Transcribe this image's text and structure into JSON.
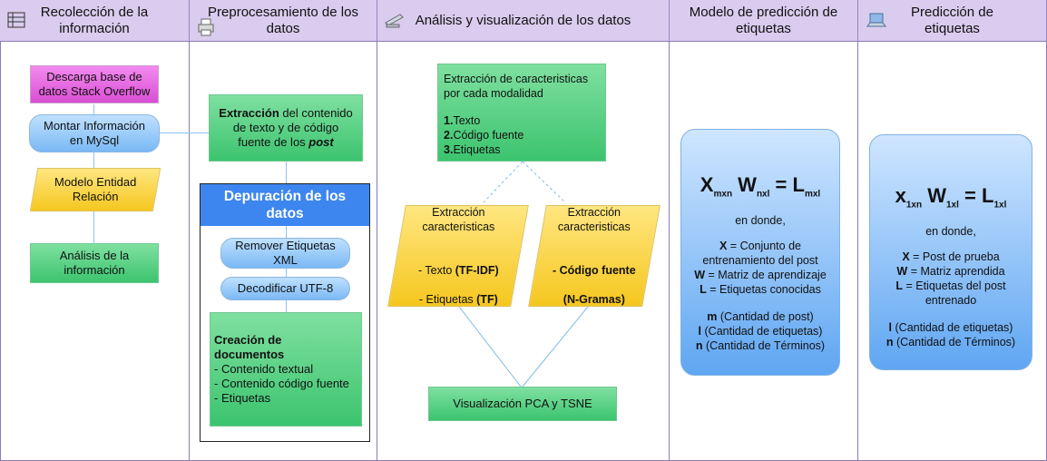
{
  "headers": [
    {
      "title": "Recolección de la\ninformación",
      "icon": "swimlane-icon"
    },
    {
      "title": "Preprocesamiento de los\ndatos",
      "icon": "printer-icon"
    },
    {
      "title": "Análisis y visualización de los datos",
      "icon": "scanner-icon"
    },
    {
      "title": "Modelo de predicción de\netiquetas",
      "icon": ""
    },
    {
      "title": "Predicción de\netiquetas",
      "icon": "laptop-icon"
    }
  ],
  "lane1": {
    "download": "Descarga base de\ndatos Stack Overflow",
    "mysql": "Montar Información\nen MySql",
    "entity": "Modelo Entidad\nRelación",
    "analysis": "Análisis de la\ninformación"
  },
  "lane2": {
    "extraction_bold": "Extracción",
    "extraction_rest": " del contenido de texto y de código fuente de los ",
    "extraction_post": "post",
    "cleanup_title": "Depuración de los\ndatos",
    "remove_tags": "Remover Etiquetas\nXML",
    "decode": "Decodificar UTF-8",
    "docs_title": "Creación de\ndocumentos",
    "docs_items": [
      "- Contenido textual",
      "- Contenido código fuente",
      "- Etiquetas"
    ]
  },
  "lane3": {
    "feat_title": "Extracción de caracteristicas\npor cada modalidad",
    "feat_items": [
      {
        "num": "1.",
        "label": "Texto"
      },
      {
        "num": "2.",
        "label": "Código fuente"
      },
      {
        "num": "3.",
        "label": "Etiquetas"
      }
    ],
    "left_title": "Extracción\ncaracteristicas",
    "left_line1_pre": "- Texto ",
    "left_line1_bold": "(TF-IDF)",
    "left_line2_pre": "- Etiquetas ",
    "left_line2_bold": "(TF)",
    "right_title": "Extracción\ncaracteristicas",
    "right_line1": "- Código fuente",
    "right_line2": "(N-Gramas)",
    "viz": "Visualización PCA y TSNE"
  },
  "lane4": {
    "formula": {
      "a": "X",
      "a_sub": "mxn",
      "b": "W",
      "b_sub": "nxl",
      "eq": "=",
      "c": "L",
      "c_sub": "mxl"
    },
    "where": "en donde,",
    "defs": [
      {
        "sym": "X",
        "text": " = Conjunto de\nentrenamiento del post"
      },
      {
        "sym": "W",
        "text": " = Matriz de aprendizaje"
      },
      {
        "sym": "L",
        "text": " = Etiquetas conocidas"
      }
    ],
    "dims": [
      {
        "sym": "m",
        "text": " (Cantidad de post)"
      },
      {
        "sym": "l",
        "text": " (Cantidad de etiquetas)"
      },
      {
        "sym": "n",
        "text": " (Cantidad de Términos)"
      }
    ]
  },
  "lane5": {
    "formula": {
      "a": "x",
      "a_sub": "1xn",
      "b": "W",
      "b_sub": "1xl",
      "eq": "=",
      "c": "L",
      "c_sub": "1xl"
    },
    "where": "en donde,",
    "defs": [
      {
        "sym": "X",
        "text": " = Post de prueba"
      },
      {
        "sym": "W",
        "text": " = Matriz aprendida"
      },
      {
        "sym": "L",
        "text": " = Etiquetas del post\nentrenado"
      }
    ],
    "dims": [
      {
        "sym": "l",
        "text": " (Cantidad de etiquetas)"
      },
      {
        "sym": "n",
        "text": " (Cantidad de Términos)"
      }
    ]
  }
}
